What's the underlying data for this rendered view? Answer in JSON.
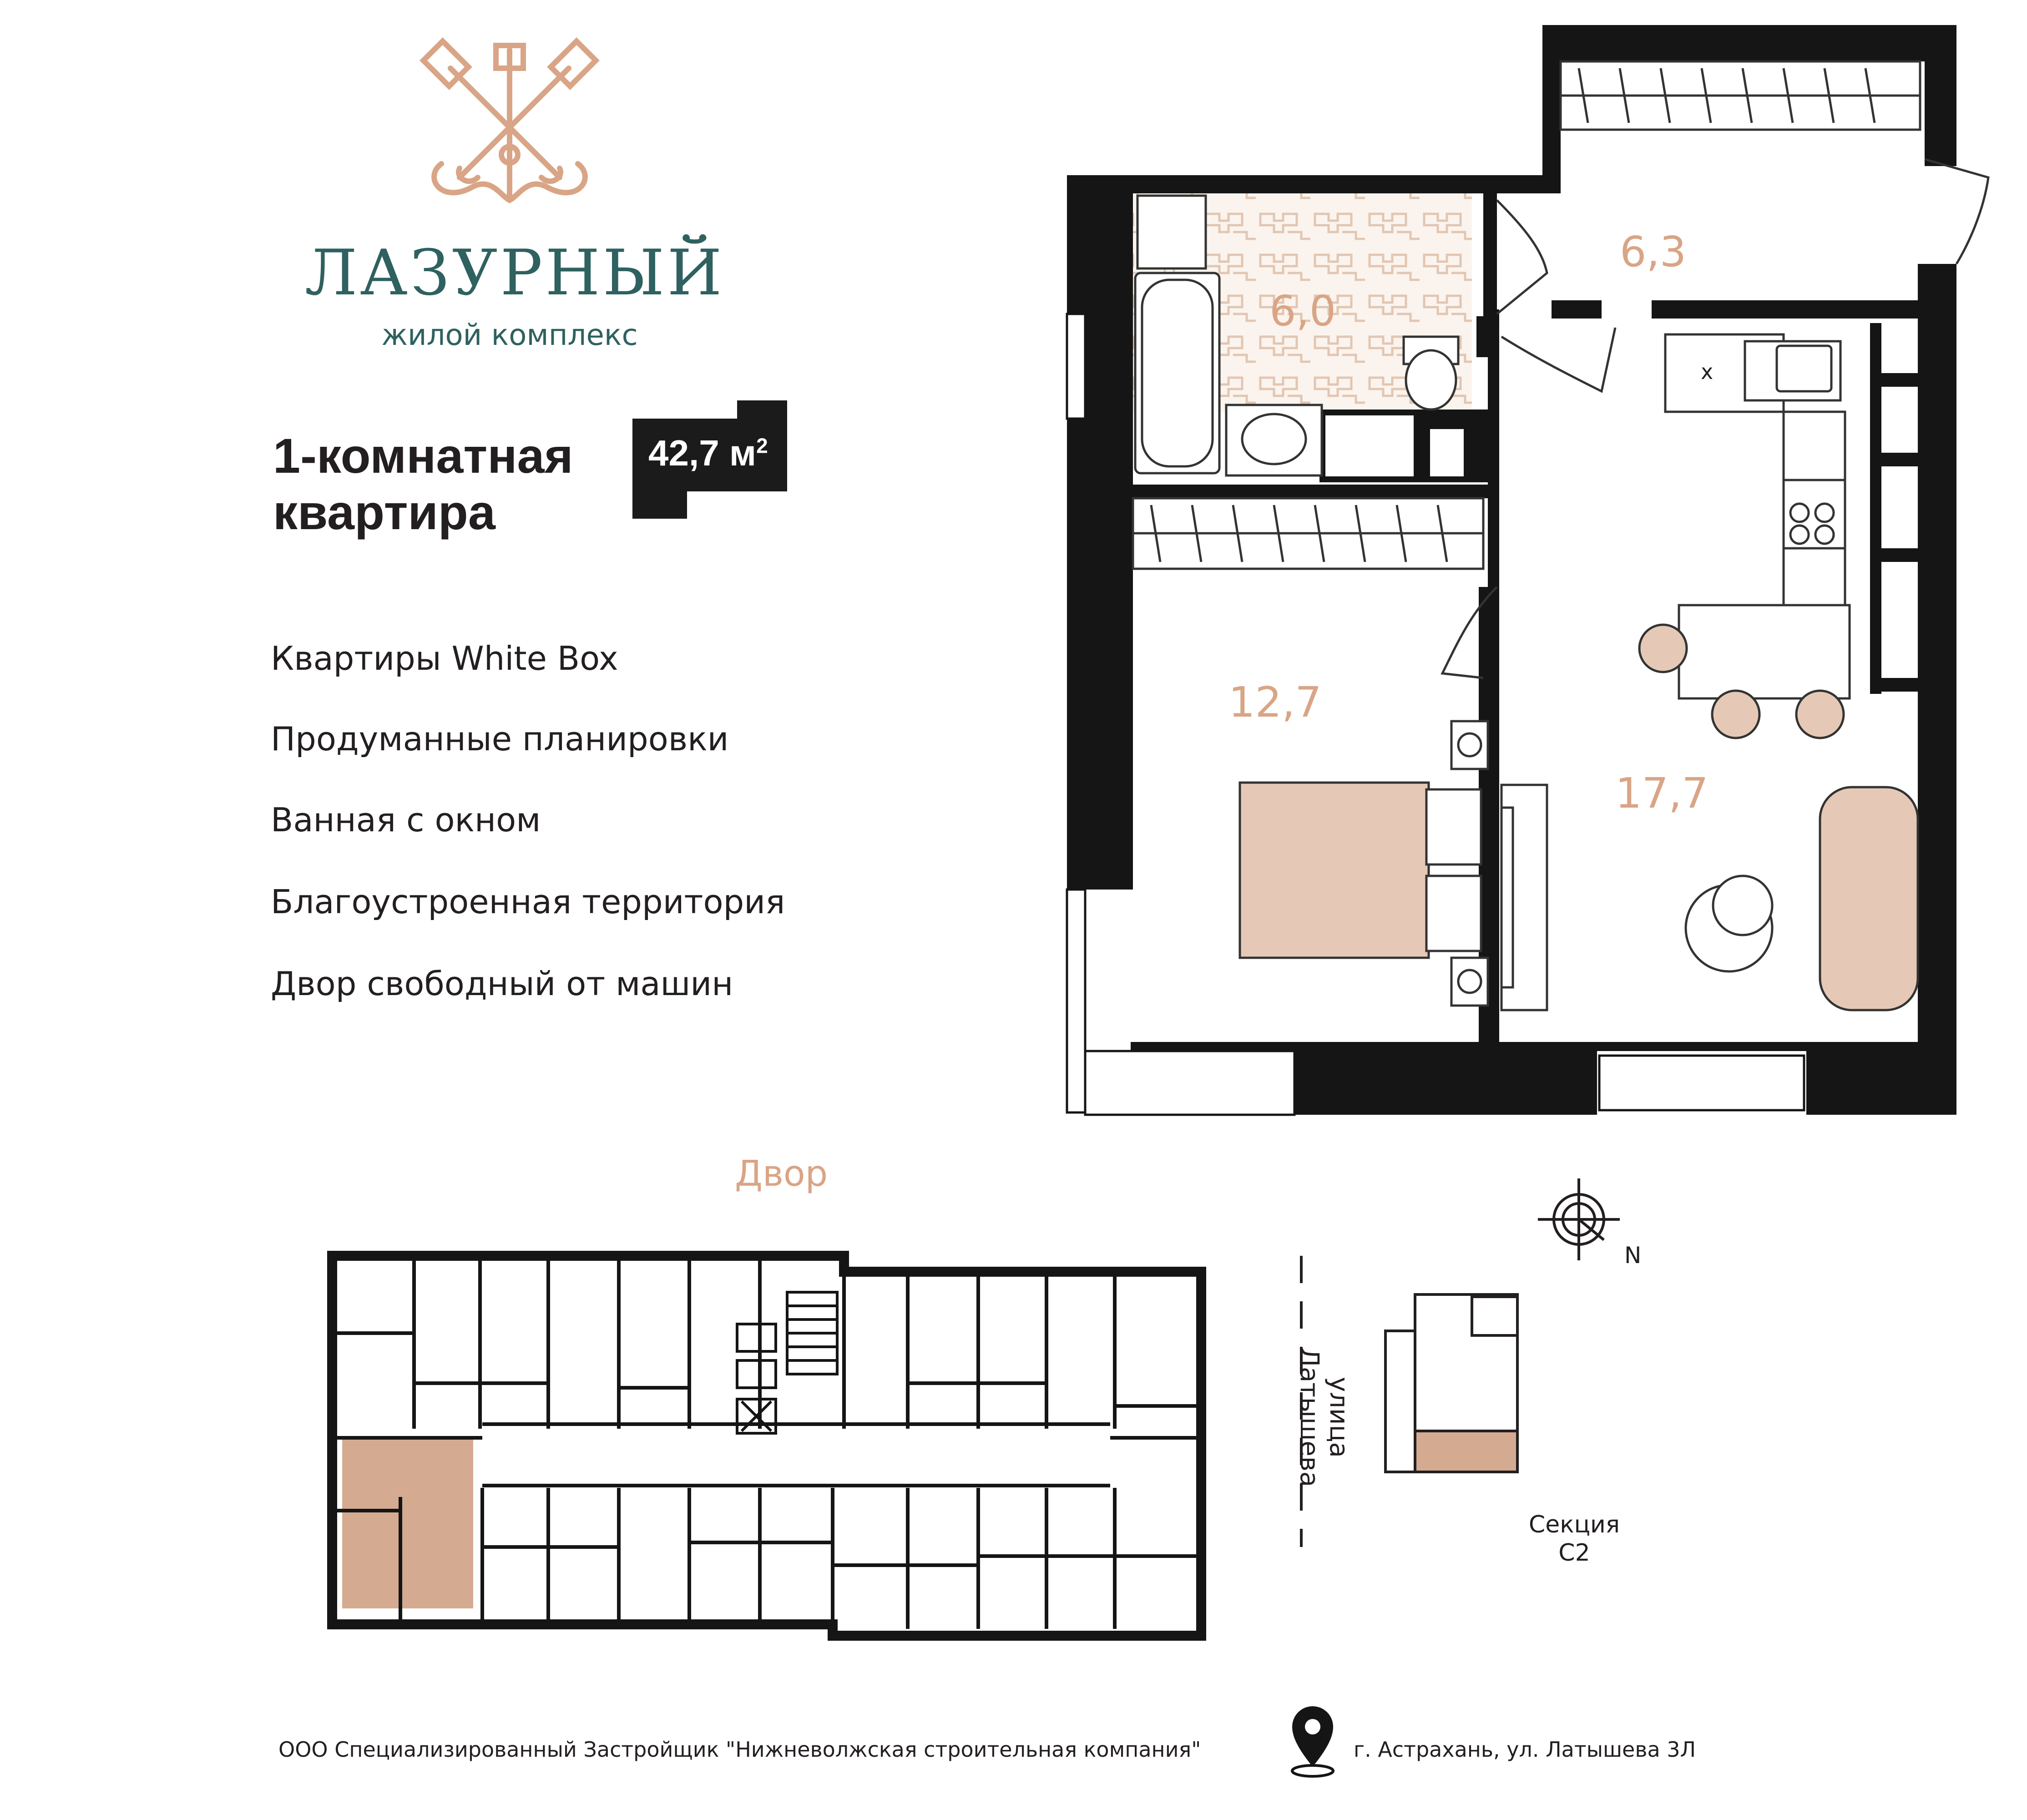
{
  "brand": {
    "name": "ЛАЗУРНЫЙ",
    "subtitle": "жилой комплекс"
  },
  "apartment": {
    "type_line1": "1-комнатная",
    "type_line2": "квартира",
    "area_value": "42,7 м",
    "area_sup": "2"
  },
  "features": [
    "Квартиры White Box",
    "Продуманные планировки",
    "Ванная с окном",
    "Благоустроенная территория",
    "Двор свободный от машин"
  ],
  "rooms": {
    "bathroom": "6,0",
    "hall": "6,3",
    "bedroom": "12,7",
    "living": "17,7",
    "kitchen_mark": "x"
  },
  "floor_plan": {
    "yard_label": "Двор",
    "street_label": "улица Латышева",
    "section_label_line1": "Секция",
    "section_label_line2": "С2",
    "compass": "N"
  },
  "footer": {
    "developer": "ООО Специализированный Застройщик \"Нижневолжская строительная компания\"",
    "address": "г. Астрахань, ул. Латышева 3Л"
  },
  "colors": {
    "brand_teal": "#2e6160",
    "accent_peach": "#d9a586",
    "accent_fill": "#d4ab91",
    "bed_fill": "#e5c9b6",
    "wall": "#151515"
  }
}
